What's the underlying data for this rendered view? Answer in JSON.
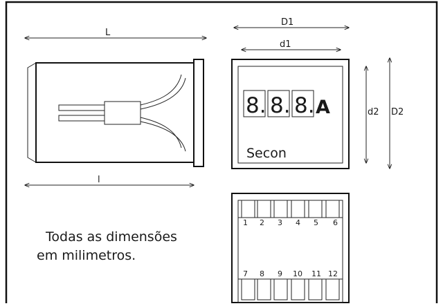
{
  "dimensions": {
    "L": "L",
    "l": "l",
    "D1": "D1",
    "d1": "d1",
    "d2": "d2",
    "D2": "D2"
  },
  "display": {
    "digits": [
      "8.",
      "8.",
      "8."
    ],
    "unit": "A",
    "brand": "Secon"
  },
  "terminals": {
    "top": [
      "1",
      "2",
      "3",
      "4",
      "5",
      "6"
    ],
    "bottom": [
      "7",
      "8",
      "9",
      "10",
      "11",
      "12"
    ]
  },
  "note": {
    "line1": "Todas as dimensões",
    "line2": "em milimetros."
  },
  "colors": {
    "ink": "#111111",
    "background": "#ffffff"
  }
}
